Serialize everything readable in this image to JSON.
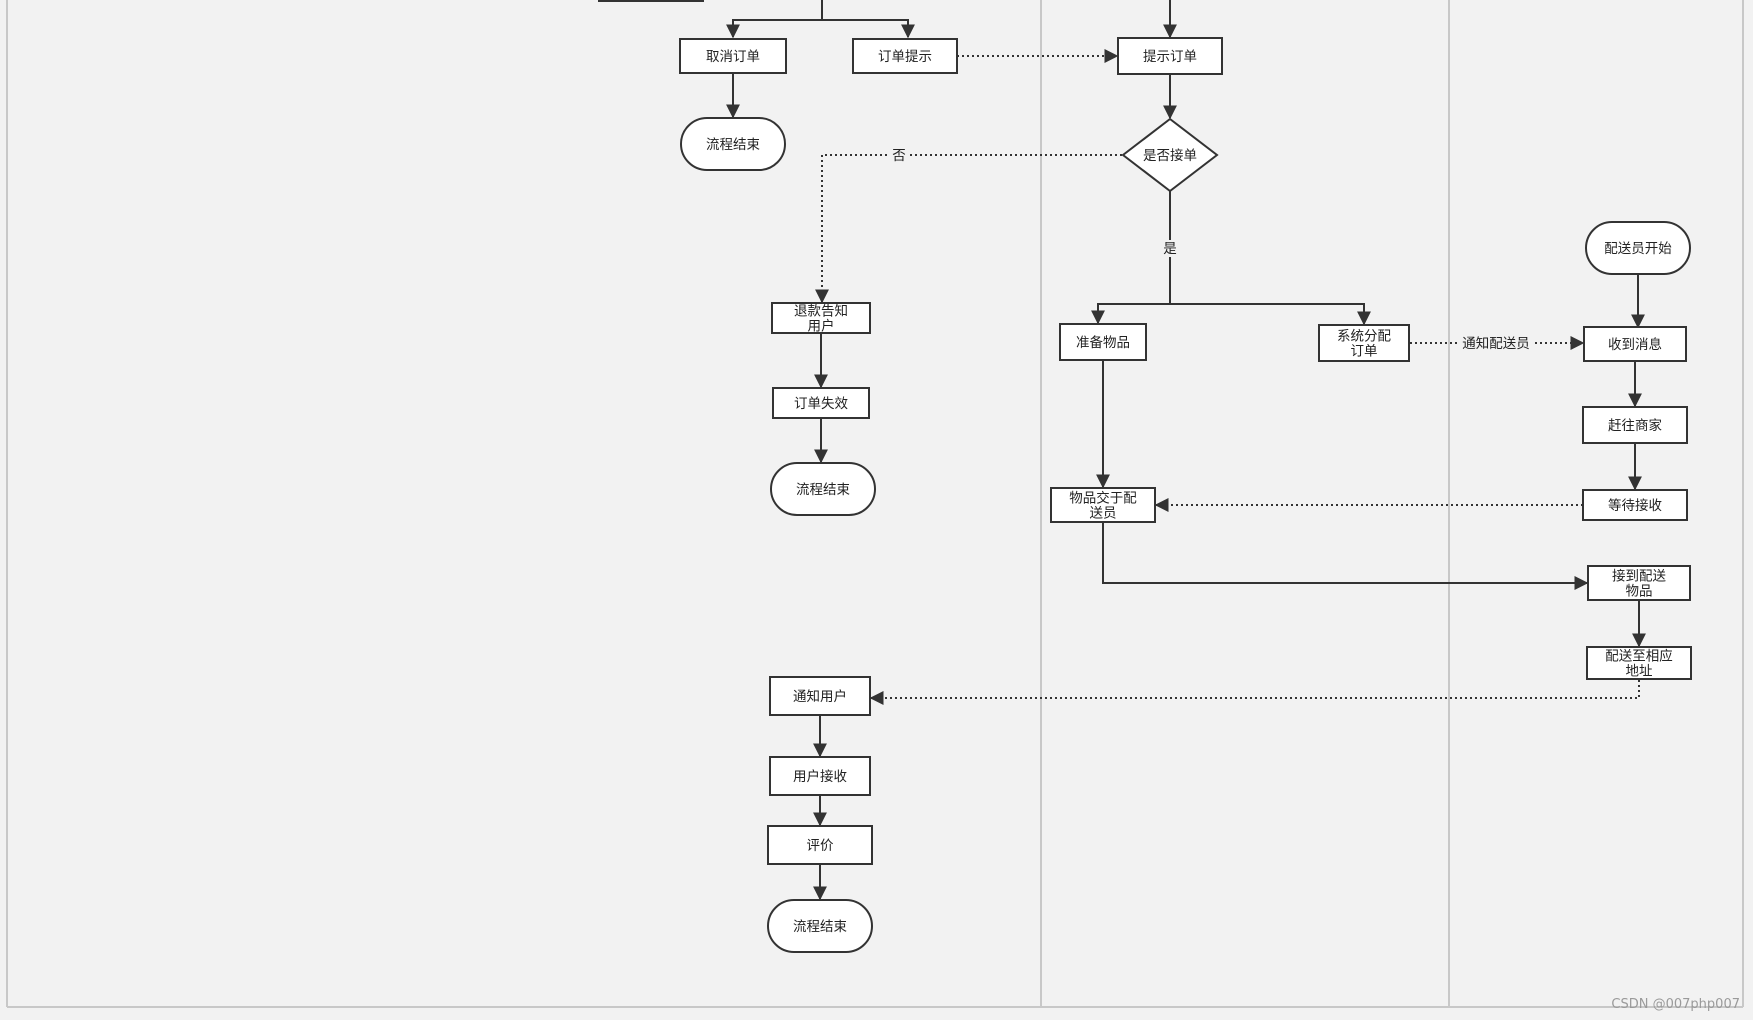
{
  "diagram": {
    "type": "swimlane-flowchart",
    "colors": {
      "canvas_bg": "#f2f2f2",
      "node_fill": "#ffffff",
      "node_stroke": "#333333",
      "lane_line": "#c8c8c8",
      "text": "#222222"
    },
    "nodes": [
      {
        "id": "cancel_order",
        "shape": "rect",
        "label": "取消订单"
      },
      {
        "id": "order_notice",
        "shape": "rect",
        "label": "订单提示"
      },
      {
        "id": "end1",
        "shape": "terminator",
        "label": "流程结束"
      },
      {
        "id": "prompt_order",
        "shape": "rect",
        "label": "提示订单"
      },
      {
        "id": "accept_decision",
        "shape": "diamond",
        "label": "是否接单"
      },
      {
        "id": "refund_notify",
        "shape": "rect",
        "label": "退款告知用户"
      },
      {
        "id": "order_invalid",
        "shape": "rect",
        "label": "订单失效"
      },
      {
        "id": "end2",
        "shape": "terminator",
        "label": "流程结束"
      },
      {
        "id": "prepare_goods",
        "shape": "rect",
        "label": "准备物品"
      },
      {
        "id": "assign_order",
        "shape": "rect",
        "label": "系统分配订单"
      },
      {
        "id": "courier_start",
        "shape": "terminator",
        "label": "配送员开始"
      },
      {
        "id": "receive_msg",
        "shape": "rect",
        "label": "收到消息"
      },
      {
        "id": "go_merchant",
        "shape": "rect",
        "label": "赶往商家"
      },
      {
        "id": "wait_receive",
        "shape": "rect",
        "label": "等待接收"
      },
      {
        "id": "handover",
        "shape": "rect",
        "label": "物品交于配送员"
      },
      {
        "id": "receive_goods",
        "shape": "rect",
        "label": "接到配送物品"
      },
      {
        "id": "deliver",
        "shape": "rect",
        "label": "配送至相应地址"
      },
      {
        "id": "notify_user",
        "shape": "rect",
        "label": "通知用户"
      },
      {
        "id": "user_receive",
        "shape": "rect",
        "label": "用户接收"
      },
      {
        "id": "review",
        "shape": "rect",
        "label": "评价"
      },
      {
        "id": "end3",
        "shape": "terminator",
        "label": "流程结束"
      }
    ],
    "edges": [
      {
        "from": "(top)",
        "to": "cancel_order",
        "style": "solid"
      },
      {
        "from": "(top)",
        "to": "order_notice",
        "style": "solid"
      },
      {
        "from": "cancel_order",
        "to": "end1",
        "style": "solid"
      },
      {
        "from": "order_notice",
        "to": "prompt_order",
        "style": "dotted"
      },
      {
        "from": "(top)",
        "to": "prompt_order",
        "style": "solid"
      },
      {
        "from": "prompt_order",
        "to": "accept_decision",
        "style": "solid"
      },
      {
        "from": "accept_decision",
        "to": "refund_notify",
        "style": "dotted",
        "label": "否"
      },
      {
        "from": "accept_decision",
        "to": "prepare_goods",
        "style": "solid",
        "label": "是"
      },
      {
        "from": "accept_decision",
        "to": "assign_order",
        "style": "solid"
      },
      {
        "from": "refund_notify",
        "to": "order_invalid",
        "style": "solid"
      },
      {
        "from": "order_invalid",
        "to": "end2",
        "style": "solid"
      },
      {
        "from": "assign_order",
        "to": "receive_msg",
        "style": "dotted",
        "label": "通知配送员"
      },
      {
        "from": "courier_start",
        "to": "receive_msg",
        "style": "solid"
      },
      {
        "from": "receive_msg",
        "to": "go_merchant",
        "style": "solid"
      },
      {
        "from": "go_merchant",
        "to": "wait_receive",
        "style": "solid"
      },
      {
        "from": "wait_receive",
        "to": "handover",
        "style": "dotted"
      },
      {
        "from": "prepare_goods",
        "to": "handover",
        "style": "solid"
      },
      {
        "from": "handover",
        "to": "receive_goods",
        "style": "solid"
      },
      {
        "from": "receive_goods",
        "to": "deliver",
        "style": "solid"
      },
      {
        "from": "deliver",
        "to": "notify_user",
        "style": "dotted"
      },
      {
        "from": "notify_user",
        "to": "user_receive",
        "style": "solid"
      },
      {
        "from": "user_receive",
        "to": "review",
        "style": "solid"
      },
      {
        "from": "review",
        "to": "end3",
        "style": "solid"
      }
    ],
    "edge_labels": {
      "no": "否",
      "yes": "是",
      "notify_courier": "通知配送员"
    }
  },
  "watermark": "CSDN @007php007"
}
